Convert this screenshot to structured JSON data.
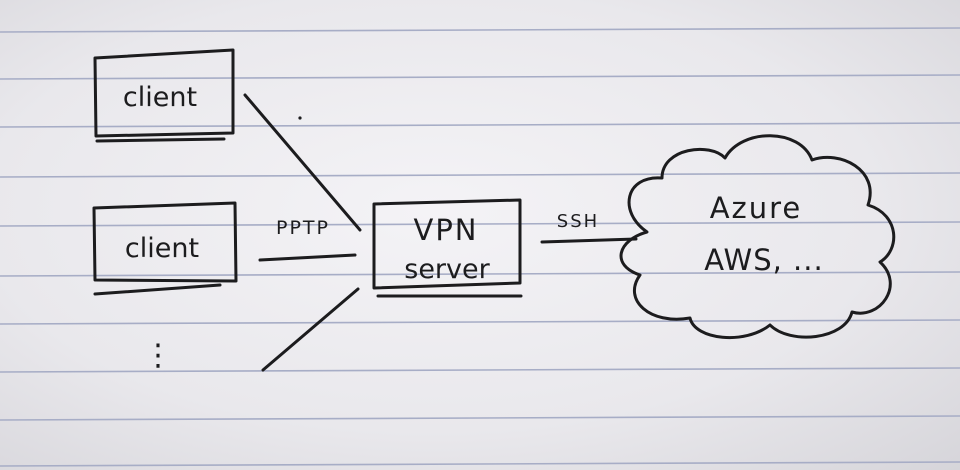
{
  "clients": [
    {
      "label": "client"
    },
    {
      "label": "client"
    }
  ],
  "client_more": "⋮",
  "pptp_label": "PPTP",
  "vpn": {
    "line1": "VPN",
    "line2": "server"
  },
  "ssh_label": "SSH",
  "cloud": {
    "line1": "Azure",
    "line2": "AWS, ..."
  }
}
